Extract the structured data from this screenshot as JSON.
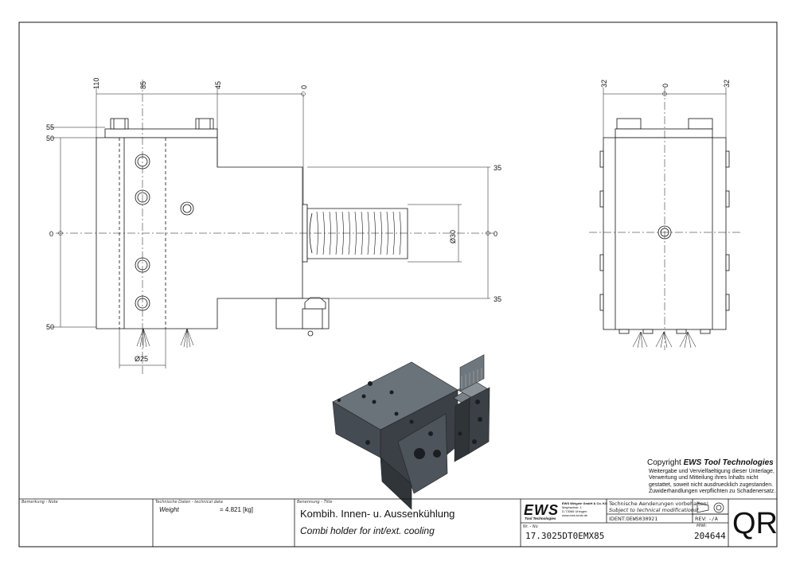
{
  "dims": {
    "top_110": "110",
    "top_85": "85",
    "top_45": "45",
    "top_0": "0",
    "left_55": "55",
    "left_50_top": "50",
    "left_0": "0",
    "left_50_bottom": "50",
    "right_35_top": "35",
    "right_0": "0",
    "right_35_bottom": "35",
    "diameter_30": "Ø30",
    "diameter_25": "Ø25",
    "side_32_left": "32",
    "side_0": "0",
    "side_32_right": "32"
  },
  "copyright": {
    "prefix": "Copyright ",
    "brand": "EWS Tool Technologies",
    "line1": "Weitergabe und Vervielfaeltigung dieser Unterlage,",
    "line2": "Verwertung und Mitteilung ihres Inhalts nicht",
    "line3": "gestattet, soweit nicht ausdruecklich zugestanden.",
    "line4": "Zuwiderhandlungen verpflichten zu Schadenersatz."
  },
  "titleblock": {
    "remark_label": "Bemerkung - Note",
    "techdata_label": "Technische Daten - technical data",
    "weight_label": "Weight",
    "weight_value": "=  4.821 [kg]",
    "title_label": "Benennung - Title",
    "title_de": "Kombih. Innen- u. Aussenkühlung",
    "title_en": "Combi holder for int/ext. cooling",
    "logo": "EWS",
    "logo_sub": "Tool Technologies",
    "company1": "EWS Weigele GmbH & Co. KG",
    "company2": "Maybachstr. 1",
    "company3": "D-73066 Uhingen",
    "company4": "www.ews-tools.de",
    "notice_de": "Technische Aenderungen vorbehalten!",
    "notice_en": "Subject to technical modifications!",
    "ident_label": "IDENT:",
    "ident_value": "DEWS030921",
    "rev_label": "REV:",
    "rev_value": "-/A",
    "nr_label": "Nr. - No",
    "part_number": "17.3025DT0EMX85",
    "mnr_label": "MNR:",
    "mnr_value": "204644",
    "qr": "QR"
  },
  "colors": {
    "line": "#111111",
    "body_dark": "#3a4046",
    "body_mid": "#4d545b",
    "body_light": "#6b737a"
  }
}
